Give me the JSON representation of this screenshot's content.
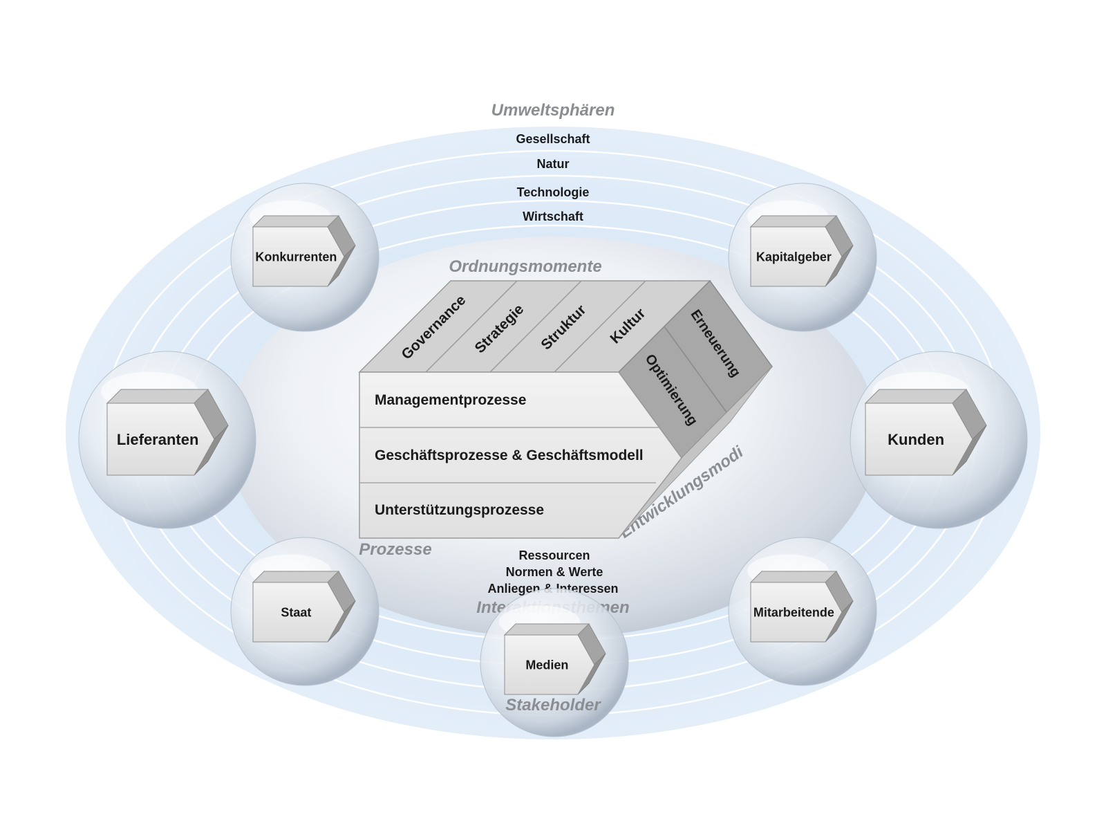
{
  "sections": {
    "environment": "Umweltsphären",
    "order": "Ordnungsmomente",
    "processes": "Prozesse",
    "development": "Entwicklungsmodi",
    "interaction": "Interaktionsthemen",
    "stakeholder": "Stakeholder"
  },
  "spheres": [
    "Gesellschaft",
    "Natur",
    "Technologie",
    "Wirtschaft"
  ],
  "order_moments": [
    "Governance",
    "Strategie",
    "Struktur",
    "Kultur"
  ],
  "processes": [
    "Managementprozesse",
    "Geschäftsprozesse & Geschäftsmodell",
    "Unterstützungsprozesse"
  ],
  "development_modes": [
    "Optimierung",
    "Erneuerung"
  ],
  "interaction_themes": [
    "Ressourcen",
    "Normen & Werte",
    "Anliegen & Interessen"
  ],
  "stakeholders": {
    "konkurrenten": "Konkurrenten",
    "kapitalgeber": "Kapitalgeber",
    "lieferanten": "Lieferanten",
    "kunden": "Kunden",
    "staat": "Staat",
    "mitarbeitende": "Mitarbeitende",
    "medien": "Medien"
  },
  "colors": {
    "outer_ellipse": "#dce9f6",
    "ring_lines": "#ffffff",
    "section_label": "#8a8d91",
    "box_light": "#eaeaea",
    "box_top": "#cfcfcf",
    "box_side": "#a9a9a9",
    "text": "#1a1a1a"
  }
}
